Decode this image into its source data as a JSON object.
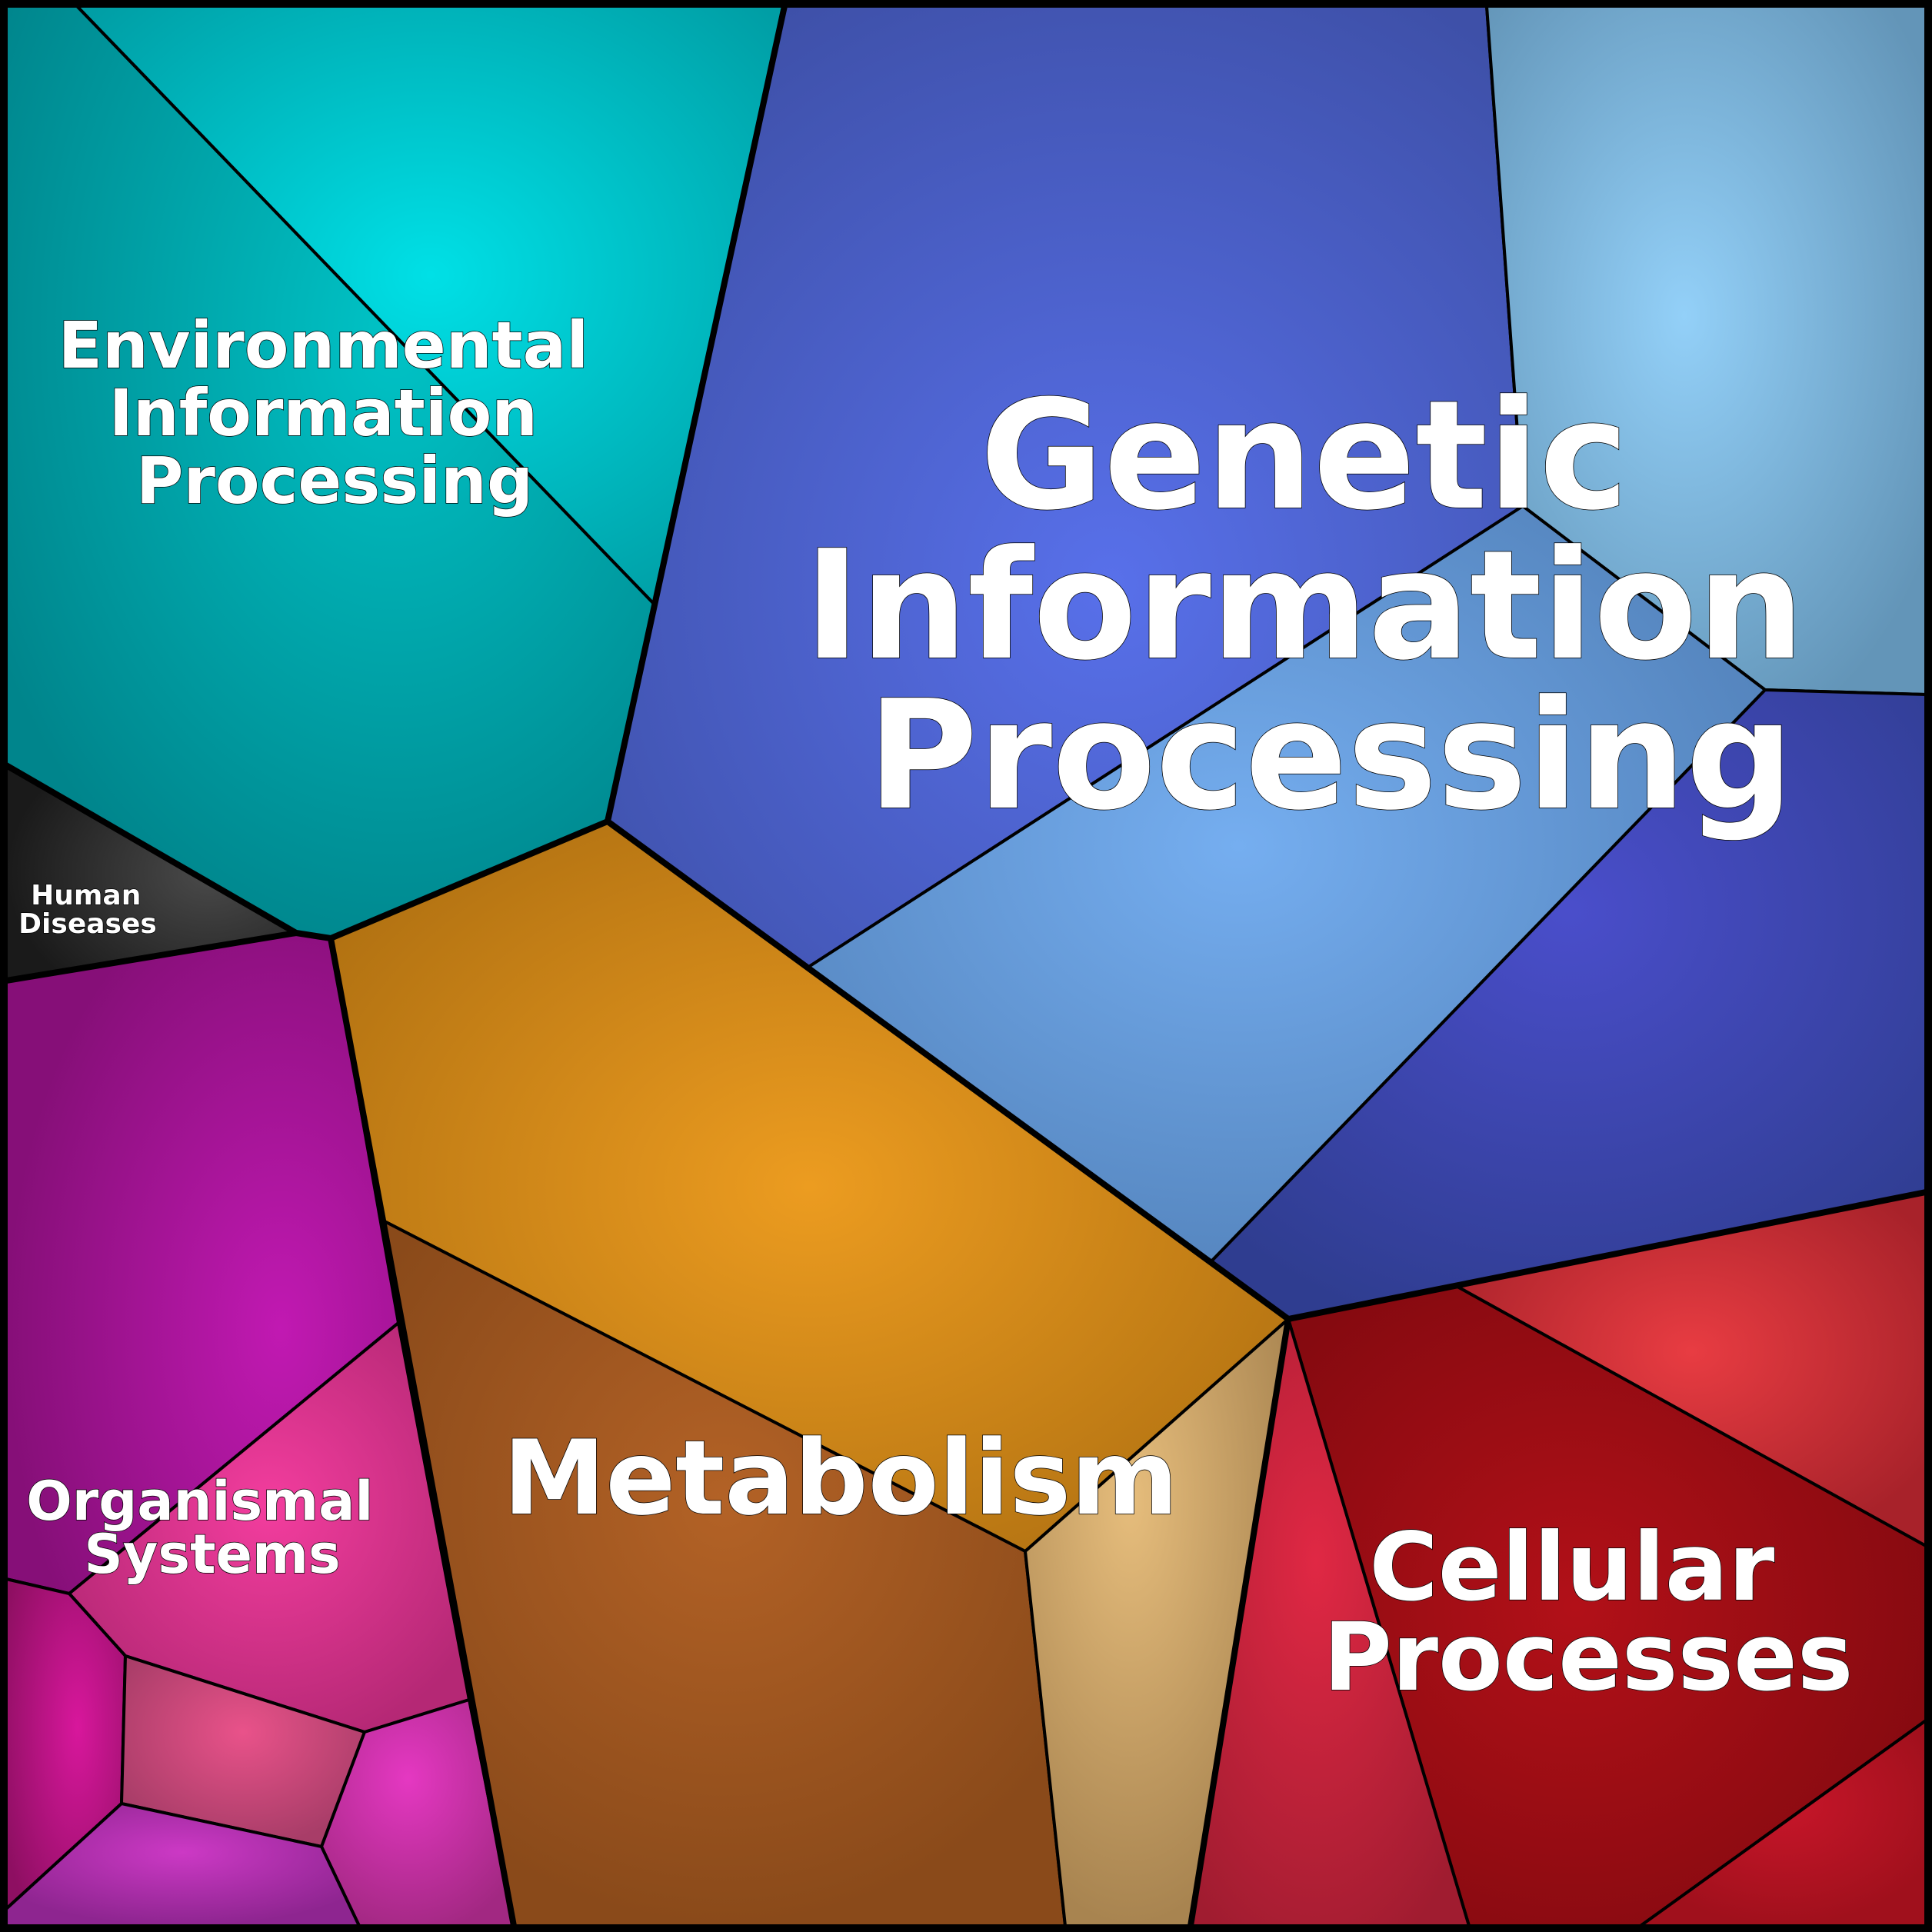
{
  "categories": [
    {
      "id": "environmental",
      "lines": [
        "Environmental",
        "Information",
        "Processing"
      ]
    },
    {
      "id": "genetic",
      "lines": [
        "Genetic",
        "Information",
        "Processing"
      ]
    },
    {
      "id": "human-diseases",
      "lines": [
        "Human",
        "Diseases"
      ]
    },
    {
      "id": "metabolism",
      "lines": [
        "Metabolism"
      ]
    },
    {
      "id": "organismal",
      "lines": [
        "Organismal",
        "Systems"
      ]
    },
    {
      "id": "cellular",
      "lines": [
        "Cellular",
        "Processes"
      ]
    }
  ],
  "colors": {
    "environmental": "#00a8ab",
    "genetic": "#4758c8",
    "human_diseases": "#333333",
    "metabolism": "#d38a1c",
    "organismal": "#b0179f",
    "cellular": "#a00e16"
  }
}
